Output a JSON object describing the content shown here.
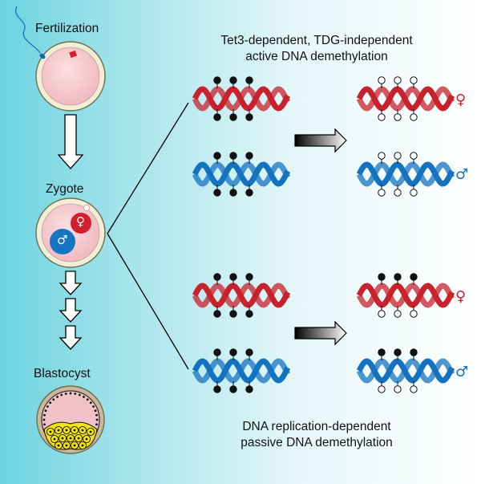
{
  "stages": {
    "fertilization": "Fertilization",
    "zygote": "Zygote",
    "blastocyst": "Blastocyst"
  },
  "pathways": {
    "active_line1": "Tet3-dependent, TDG-independent",
    "active_line2": "active DNA demethylation",
    "passive_line1": "DNA replication-dependent",
    "passive_line2": "passive DNA demethylation"
  },
  "symbols": {
    "female": "♀",
    "male": "♂"
  },
  "colors": {
    "maternal": "#c8222c",
    "paternal": "#1473c0",
    "methylated": "#111111",
    "unmethylated": "#ffffff"
  }
}
